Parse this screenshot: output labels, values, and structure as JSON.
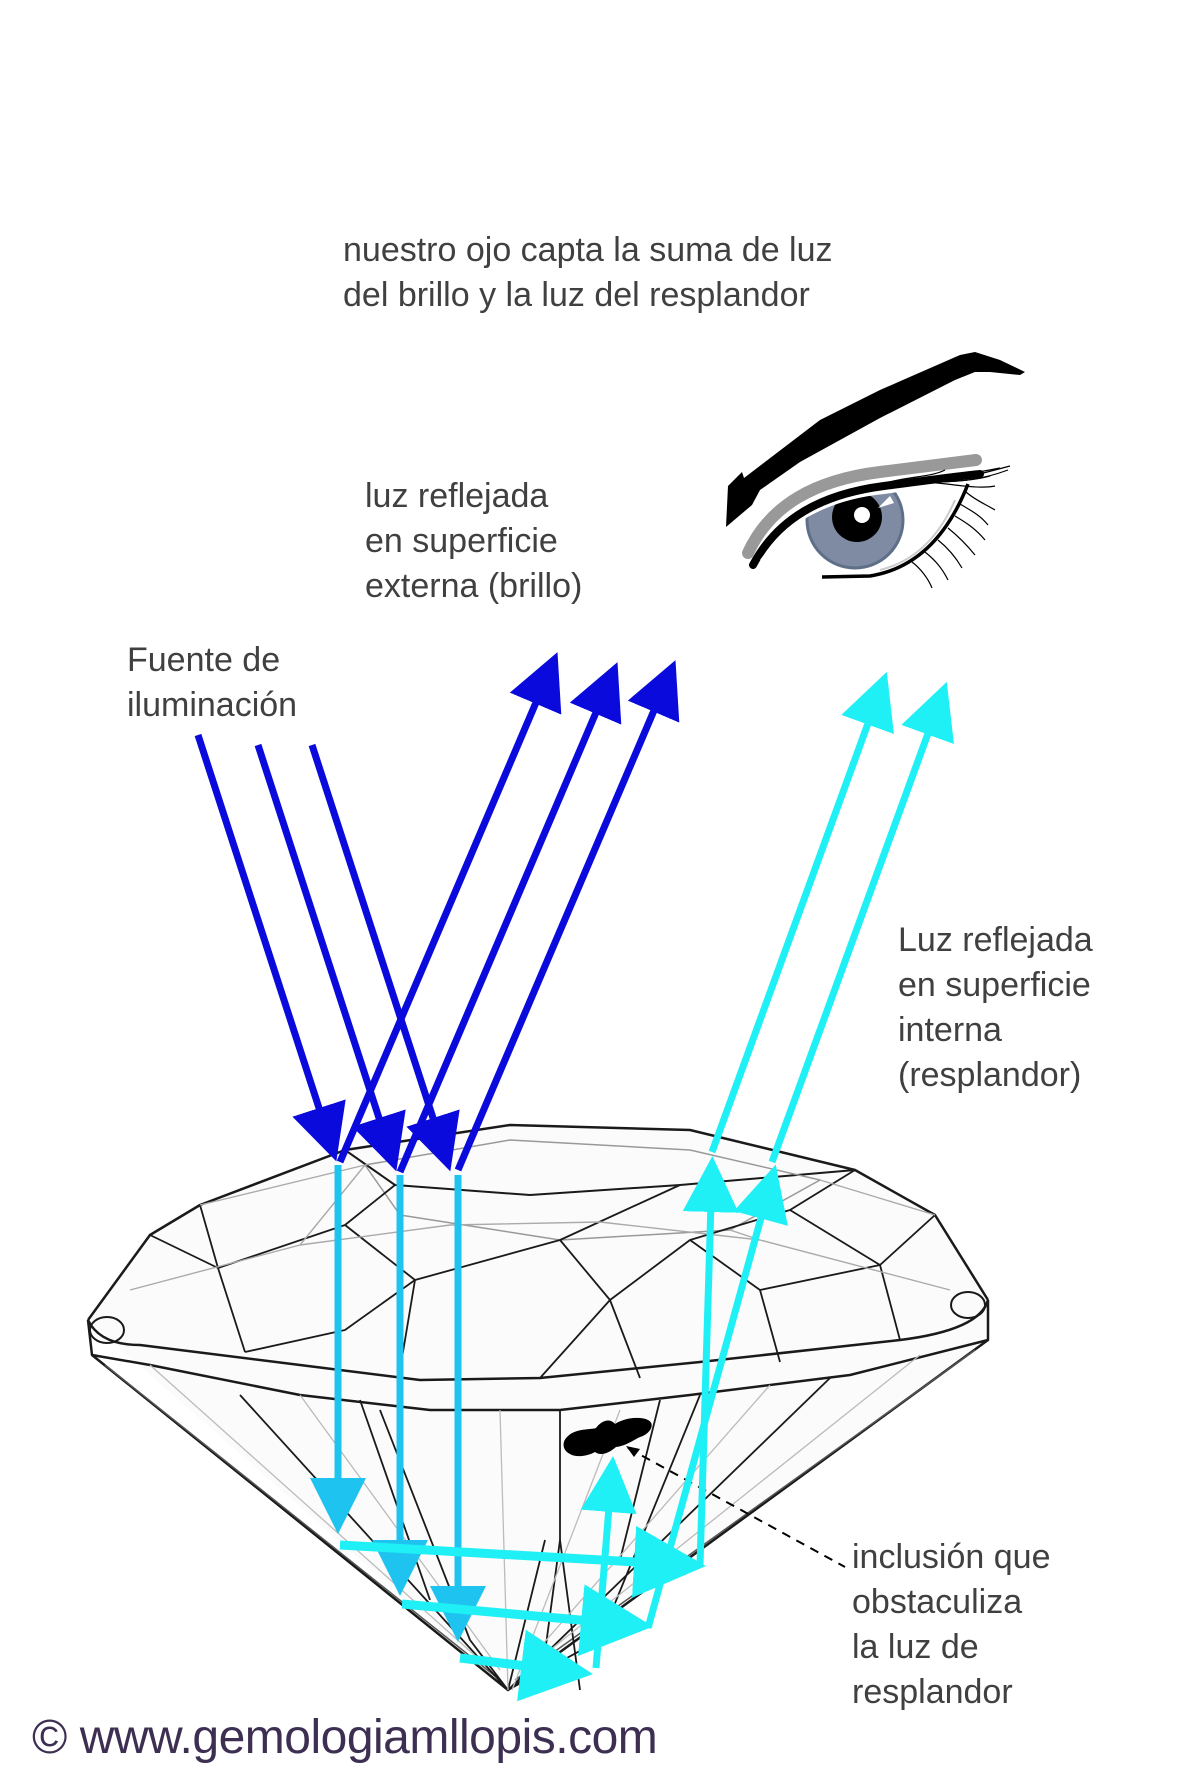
{
  "title": {
    "lines": [
      "nuestro ojo capta la suma de  luz",
      "del brillo y la luz del resplandor"
    ]
  },
  "labels": {
    "external_reflection": [
      "luz reflejada",
      "en superficie",
      "externa (brillo)"
    ],
    "light_source": [
      "Fuente de",
      "iluminación"
    ],
    "internal_reflection": [
      "Luz reflejada",
      "en superficie",
      "interna",
      "(resplandor)"
    ],
    "inclusion": [
      "inclusión que",
      "obstaculiza",
      "la luz de",
      "resplandor"
    ]
  },
  "copyright": "© www.gemologiamllopis.com",
  "colors": {
    "incident_light": "#0a0adc",
    "external_reflection": "#0a0adc",
    "internal_path_down": "#1ec3f0",
    "internal_path_across": "#1ef0f5",
    "internal_reflection_out": "#1ef0f5",
    "text": "#404040",
    "copyright": "#3d2f52",
    "iris": "#7f8aa3",
    "diamond_outline": "#1a1a1a"
  },
  "icons": {
    "eye": "eye-illustration",
    "diamond": "brilliant-cut-diamond",
    "inclusion": "inclusion-blob"
  }
}
